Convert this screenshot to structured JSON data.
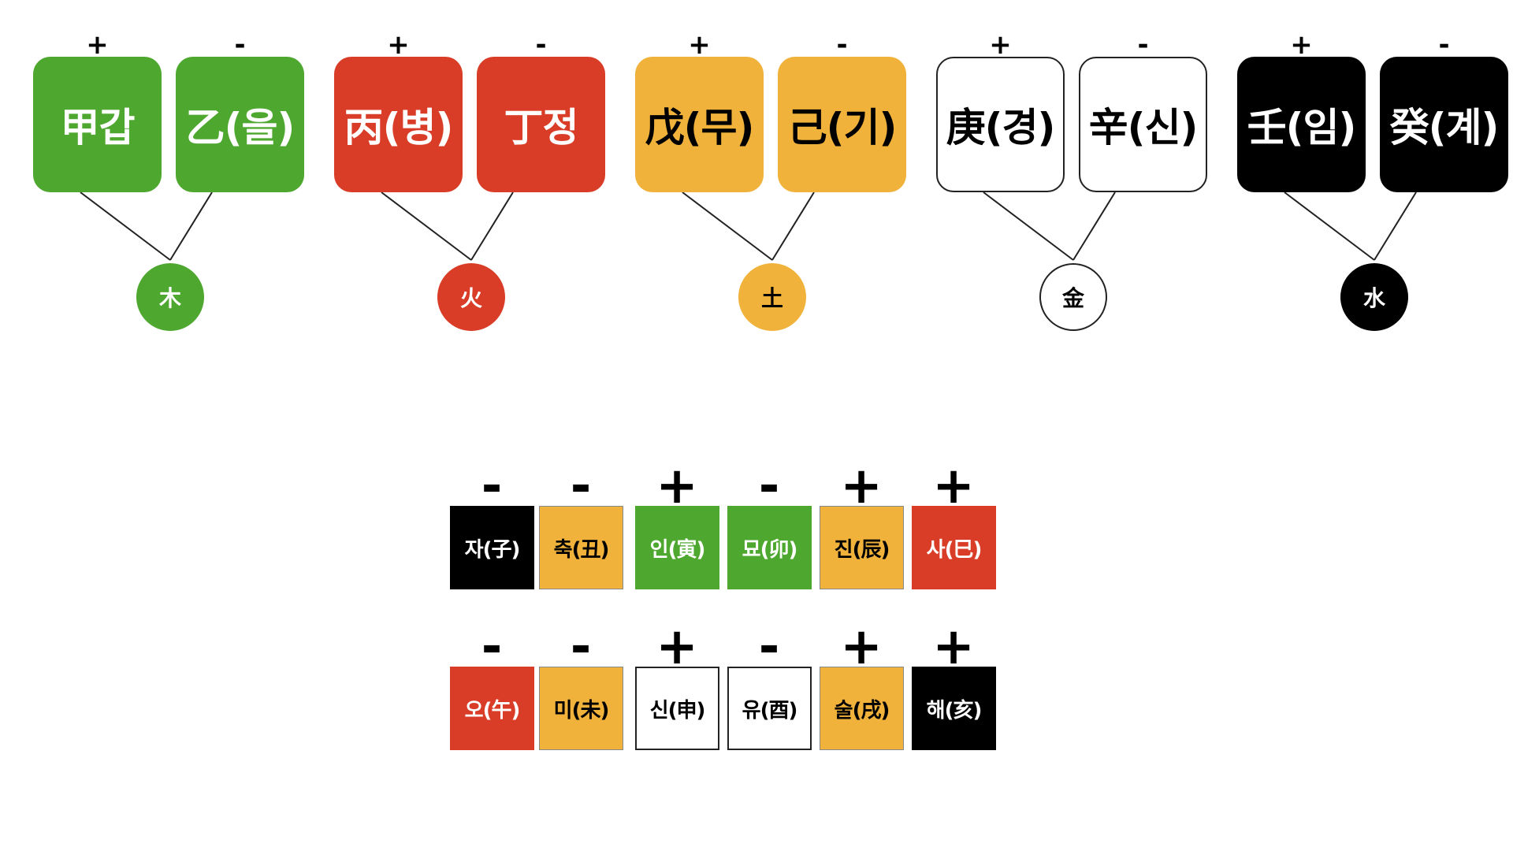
{
  "colors": {
    "wood": "#4ea72e",
    "fire": "#d93d27",
    "earth": "#f0b23a",
    "metal": "#ffffff",
    "water": "#000000",
    "outline": "#222222"
  },
  "stem_groups": [
    {
      "element": "wood",
      "element_label": "木",
      "stems": [
        {
          "sign": "+",
          "label": "甲갑"
        },
        {
          "sign": "-",
          "label": "乙(을)"
        }
      ]
    },
    {
      "element": "fire",
      "element_label": "火",
      "stems": [
        {
          "sign": "+",
          "label": "丙(병)"
        },
        {
          "sign": "-",
          "label": "丁정"
        }
      ]
    },
    {
      "element": "earth",
      "element_label": "土",
      "stems": [
        {
          "sign": "+",
          "label": "戊(무)"
        },
        {
          "sign": "-",
          "label": "己(기)"
        }
      ]
    },
    {
      "element": "metal",
      "element_label": "金",
      "stems": [
        {
          "sign": "+",
          "label": "庚(경)"
        },
        {
          "sign": "-",
          "label": "辛(신)"
        }
      ]
    },
    {
      "element": "water",
      "element_label": "水",
      "stems": [
        {
          "sign": "+",
          "label": "壬(임)"
        },
        {
          "sign": "-",
          "label": "癸(계)"
        }
      ]
    }
  ],
  "branch_rows": [
    [
      {
        "sign": "-",
        "label": "자(子)",
        "element": "water"
      },
      {
        "sign": "-",
        "label": "축(丑)",
        "element": "earth"
      },
      {
        "sign": "+",
        "label": "인(寅)",
        "element": "wood"
      },
      {
        "sign": "-",
        "label": "묘(卯)",
        "element": "wood"
      },
      {
        "sign": "+",
        "label": "진(辰)",
        "element": "earth"
      },
      {
        "sign": "+",
        "label": "사(巳)",
        "element": "fire"
      }
    ],
    [
      {
        "sign": "-",
        "label": "오(午)",
        "element": "fire"
      },
      {
        "sign": "-",
        "label": "미(未)",
        "element": "earth"
      },
      {
        "sign": "+",
        "label": "신(申)",
        "element": "metal"
      },
      {
        "sign": "-",
        "label": "유(酉)",
        "element": "metal"
      },
      {
        "sign": "+",
        "label": "술(戌)",
        "element": "earth"
      },
      {
        "sign": "+",
        "label": "해(亥)",
        "element": "water"
      }
    ]
  ]
}
